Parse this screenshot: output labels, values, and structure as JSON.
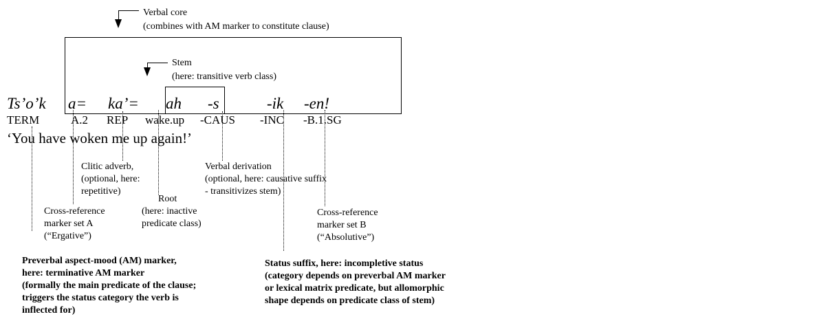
{
  "callouts": {
    "core_title": "Verbal core",
    "core_desc": "(combines with AM marker to constitute clause)",
    "stem_title": "Stem",
    "stem_desc": "(here: transitive verb class)"
  },
  "example": {
    "words": [
      "Ts’o’k",
      "a=",
      "ka’=",
      "ah",
      "-s",
      "-ik",
      "-en!"
    ],
    "gloss": [
      "TERM",
      "A.2",
      "REP",
      "wake.up",
      "-CAUS",
      "-INC",
      "-B.1.SG"
    ],
    "translation": "‘You have woken me up again!’"
  },
  "notes": {
    "clitic": [
      "Clitic adverb,",
      "(optional, here:",
      "repetitive)"
    ],
    "root": [
      "Root",
      "(here: inactive",
      "predicate class)"
    ],
    "derivation": [
      "Verbal derivation",
      "(optional, here: causative suffix",
      "- transitivizes stem)"
    ],
    "set_a": [
      "Cross-reference",
      "marker set A",
      "(“Ergative”)"
    ],
    "set_b": [
      "Cross-reference",
      "marker set B",
      "(“Absolutive”)"
    ],
    "am": [
      "Preverbal aspect-mood (AM) marker,",
      "here: terminative AM marker",
      "(formally the main predicate of the clause;",
      "triggers the status category the verb is",
      "inflected for)"
    ],
    "status": [
      "Status suffix, here: incompletive status",
      "(category depends on preverbal AM marker",
      "or lexical matrix predicate, but allomorphic",
      "shape depends on predicate class of stem)"
    ]
  }
}
